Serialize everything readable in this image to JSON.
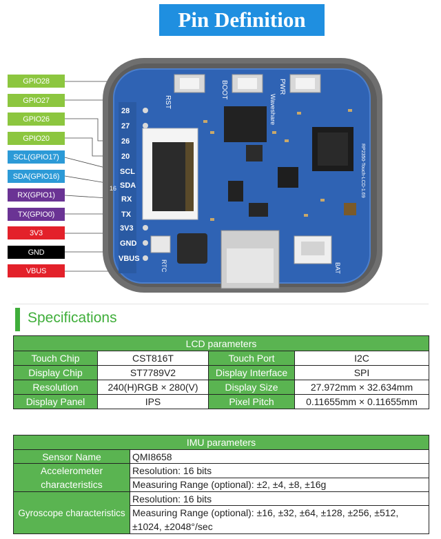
{
  "title": "Pin Definition",
  "pins": [
    {
      "label": "GPIO28",
      "color": "#8cc63f",
      "text_color": "#ffffff"
    },
    {
      "label": "GPIO27",
      "color": "#8cc63f",
      "text_color": "#ffffff"
    },
    {
      "label": "GPIO26",
      "color": "#8cc63f",
      "text_color": "#ffffff"
    },
    {
      "label": "GPIO20",
      "color": "#8cc63f",
      "text_color": "#ffffff"
    },
    {
      "label": "SCL(GPIO17)",
      "color": "#2c9ad7",
      "text_color": "#ffffff"
    },
    {
      "label": "SDA(GPIO16)",
      "color": "#2c9ad7",
      "text_color": "#ffffff"
    },
    {
      "label": "RX(GPIO1)",
      "color": "#6a3394",
      "text_color": "#ffffff"
    },
    {
      "label": "TX(GPIO0)",
      "color": "#6a3394",
      "text_color": "#ffffff"
    },
    {
      "label": "3V3",
      "color": "#e3212a",
      "text_color": "#ffffff"
    },
    {
      "label": "GND",
      "color": "#000000",
      "text_color": "#ffffff"
    },
    {
      "label": "VBUS",
      "color": "#e3212a",
      "text_color": "#ffffff"
    }
  ],
  "board": {
    "header_pins": [
      "28",
      "27",
      "26",
      "20",
      "SCL",
      "SDA",
      "RX",
      "TX",
      "3V3",
      "GND",
      "VBUS"
    ],
    "silk_rst": "RST",
    "silk_boot": "BOOT",
    "silk_pwr": "PWR",
    "silk_brand": "Waveshare",
    "silk_rtc": "RTC",
    "silk_bat": "BAT",
    "silk_model": "RP2350-Touch-LCD-1.69",
    "silk_num": "16"
  },
  "specifications_heading": "Specifications",
  "lcd_table": {
    "header": "LCD parameters",
    "rows": [
      [
        "Touch Chip",
        "CST816T",
        "Touch Port",
        "I2C"
      ],
      [
        "Display Chip",
        "ST7789V2",
        "Display Interface",
        "SPI"
      ],
      [
        "Resolution",
        "240(H)RGB × 280(V)",
        "Display Size",
        "27.972mm × 32.634mm"
      ],
      [
        "Display Panel",
        "IPS",
        "Pixel Pitch",
        "0.11655mm × 0.11655mm"
      ]
    ]
  },
  "imu_table": {
    "header": "IMU parameters",
    "sensor_label": "Sensor Name",
    "sensor_value": "QMI8658",
    "accel_label_1": "Accelerometer",
    "accel_label_2": "characteristics",
    "accel_res": "Resolution: 16 bits",
    "accel_range": "Measuring Range (optional): ±2, ±4, ±8, ±16g",
    "gyro_label": "Gyroscope characteristics",
    "gyro_res": "Resolution: 16 bits",
    "gyro_range_1": "Measuring Range (optional): ±16, ±32, ±64, ±128, ±256, ±512,",
    "gyro_range_2": "±1024, ±2048°/sec"
  },
  "colors": {
    "title_blue": "#1f8fe0",
    "table_green": "#5ab451",
    "heading_green": "#3fae3a",
    "board_blue": "#2f63b4"
  }
}
